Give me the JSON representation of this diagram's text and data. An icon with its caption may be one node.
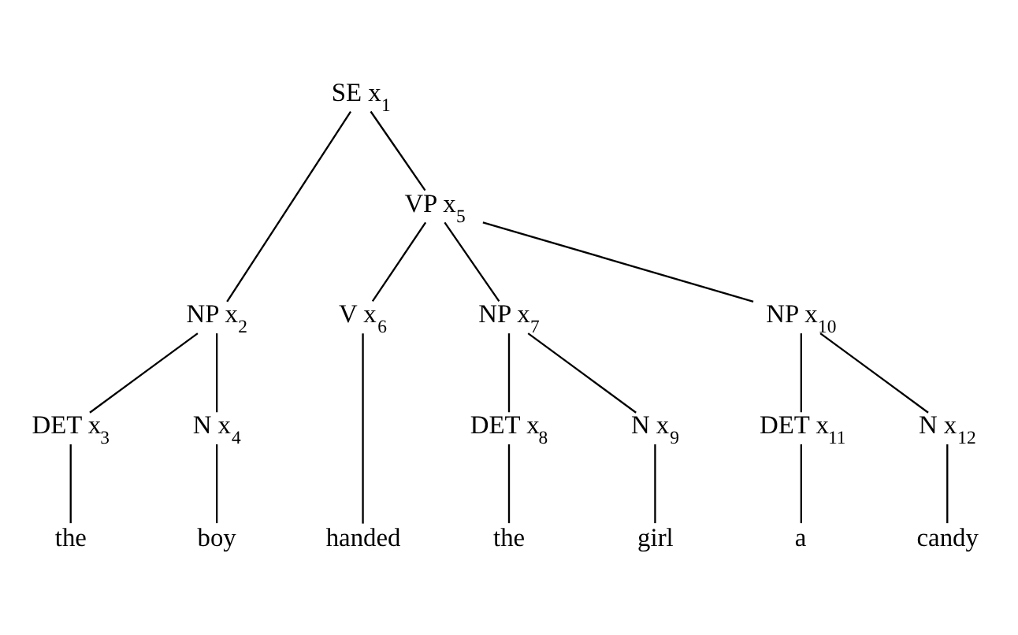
{
  "diagram": {
    "nodes": [
      {
        "text": [
          "SE x$_{1}$"
        ]
      },
      {
        "text": [
          "NP x$_{2}$"
        ]
      },
      {
        "text": [
          "VP x$_{5}$"
        ]
      },
      {
        "text": [
          "DET x$_{3}$"
        ]
      },
      {
        "text": [
          "N x$_{4}$"
        ]
      },
      {
        "text": [
          "V x$_{6}$"
        ]
      },
      {
        "text": [
          "NP x$_{7}$"
        ]
      },
      {
        "text": [
          "NP x$_{10}$"
        ]
      },
      {
        "text": [
          "DET x$_{8}$"
        ]
      },
      {
        "text": [
          "N x$_{9}$"
        ]
      },
      {
        "text": [
          "DET x$_{11}$"
        ]
      },
      {
        "text": [
          "N x$_{12}$"
        ]
      },
      {
        "text": [
          "the"
        ]
      },
      {
        "text": [
          "boy"
        ]
      },
      {
        "text": [
          "handed"
        ]
      },
      {
        "text": [
          "the"
        ]
      },
      {
        "text": [
          "girl"
        ]
      },
      {
        "text": [
          "a"
        ]
      },
      {
        "text": [
          "candy"
        ]
      }
    ],
    "edges": [
      {
        "from": 0,
        "to": 1,
        "arrow": "none"
      },
      {
        "from": 0,
        "to": 2,
        "arrow": "none"
      },
      {
        "from": 1,
        "to": 3,
        "arrow": "none"
      },
      {
        "from": 1,
        "to": 4,
        "arrow": "none"
      },
      {
        "from": 2,
        "to": 5,
        "arrow": "none"
      },
      {
        "from": 2,
        "to": 6,
        "arrow": "none"
      },
      {
        "from": 2,
        "to": 7,
        "arrow": "none"
      },
      {
        "from": 6,
        "to": 8,
        "arrow": "none"
      },
      {
        "from": 6,
        "to": 9,
        "arrow": "none"
      },
      {
        "from": 7,
        "to": 10,
        "arrow": "none"
      },
      {
        "from": 7,
        "to": 11,
        "arrow": "none"
      },
      {
        "from": 3,
        "to": 12,
        "arrow": "none"
      },
      {
        "from": 4,
        "to": 13,
        "arrow": "none"
      },
      {
        "from": 5,
        "to": 14,
        "arrow": "none"
      },
      {
        "from": 8,
        "to": 15,
        "arrow": "none"
      },
      {
        "from": 9,
        "to": 16,
        "arrow": "none"
      },
      {
        "from": 10,
        "to": 17,
        "arrow": "none"
      },
      {
        "from": 11,
        "to": 18,
        "arrow": "none"
      }
    ]
  }
}
